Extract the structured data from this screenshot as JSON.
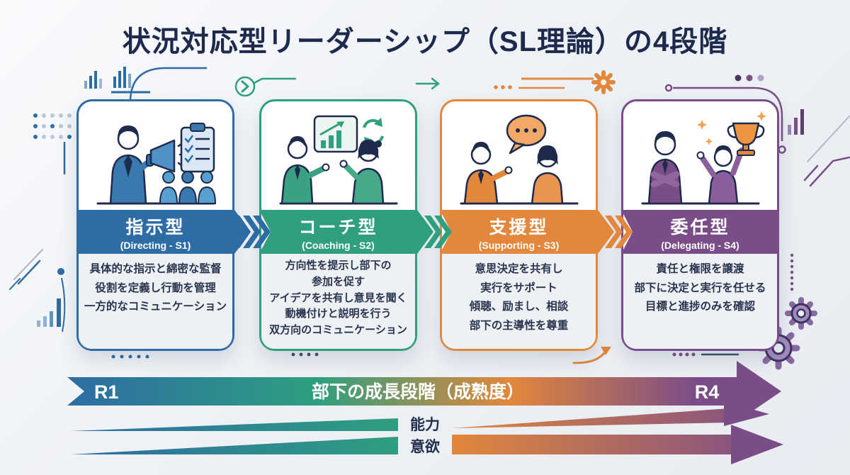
{
  "title": "状況対応型リーダーシップ（SL理論）の4段階",
  "stages": [
    {
      "name": "指示型",
      "subtitle": "(Directing - S1)",
      "color": "#2d6ca4",
      "icon": "megaphone-manager-checklist-audience",
      "description_lines": [
        "具体的な指示と綿密な監督",
        "役割を定義し行動を管理",
        "一方的なコミュニケーション"
      ]
    },
    {
      "name": "コーチ型",
      "subtitle": "(Coaching - S2)",
      "color": "#2f9f7f",
      "icon": "two-people-growth-chart-sync-arrows",
      "description_lines": [
        "方向性を提示し部下の",
        "参加を促す",
        "アイデアを共有し意見を聞く",
        "動機付けと説明を行う",
        "双方向のコミュニケーション"
      ]
    },
    {
      "name": "支援型",
      "subtitle": "(Supporting - S3)",
      "color": "#e2873b",
      "icon": "two-people-speech-bubble",
      "description_lines": [
        "意思決定を共有し",
        "実行をサポート",
        "傾聴、励まし、相談",
        "部下の主導性を尊重"
      ]
    },
    {
      "name": "委任型",
      "subtitle": "(Delegating - S4)",
      "color": "#7b4d88",
      "icon": "manager-arms-crossed-celebrating-trophy",
      "description_lines": [
        "責任と権限を譲渡",
        "部下に決定と実行を任せる",
        "目標と進捗のみを確認"
      ]
    }
  ],
  "maturity_arrow": {
    "left_label": "R1",
    "center_label": "部下の成長段階（成熟度）",
    "right_label": "R4"
  },
  "growth_indicators": [
    {
      "label": "能力"
    },
    {
      "label": "意欲"
    }
  ],
  "colors": {
    "stage1_blue": "#2d6ca4",
    "stage2_green": "#2f9f7f",
    "stage3_orange": "#e2873b",
    "stage4_purple": "#7b4d88",
    "title_navy": "#1d2a4d",
    "body_text_navy": "#29344f",
    "background": "#eef1f5"
  }
}
